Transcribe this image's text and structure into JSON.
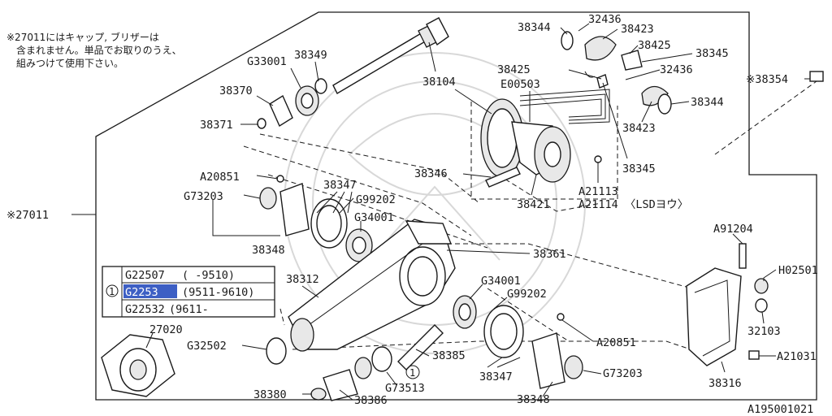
{
  "diagram_id": "A195001021",
  "note_lines": [
    "※27011にはキャップ, ブリザーは",
    "含まれません。単品でお取りのうえ、",
    "組みつけて使用下さい。"
  ],
  "callouts": {
    "p27011": "※27011",
    "p38354": "※38354",
    "p38344a": "38344",
    "p32436a": "32436",
    "p38423a": "38423",
    "p38425a": "38425",
    "p38345a": "38345",
    "p38425b": "38425",
    "p32436b": "32436",
    "p38344b": "38344",
    "p38423b": "38423",
    "p38345b": "38345",
    "p38104": "38104",
    "pE00503": "E00503",
    "p38349": "38349",
    "pG33001": "G33001",
    "p38370": "38370",
    "p38371": "38371",
    "pA20851a": "A20851",
    "p38347a": "38347",
    "pG73203a": "G73203",
    "pG99202a": "G99202",
    "pG34001a": "G34001",
    "p38348a": "38348",
    "p38346": "38346",
    "p38421": "38421",
    "pA21113": "A21113",
    "pA21114": "A21114 〈LSDヨウ〉",
    "p38361": "38361",
    "p38312": "38312",
    "pA91204": "A91204",
    "pH02501": "H02501",
    "p32103": "32103",
    "pA21031": "A21031",
    "p38316": "38316",
    "p27020": "27020",
    "pG32502": "G32502",
    "pG34001b": "G34001",
    "pG99202b": "G99202",
    "p38385": "38385",
    "pA20851b": "A20851",
    "pG73513": "G73513",
    "p38347b": "38347",
    "pG73203b": "G73203",
    "p38380": "38380",
    "p38386": "38386",
    "p38348b": "38348",
    "ref_marker": "1"
  },
  "variant_table": {
    "marker": "1",
    "rows": [
      {
        "part": "G22507",
        "range": "(   -9510)"
      },
      {
        "part": "G2253",
        "range": "(9511-9610)"
      },
      {
        "part": "G22532",
        "range": "(9611-"
      }
    ]
  },
  "colors": {
    "line": "#1a1a1a",
    "highlight": "#3d5fc4",
    "highlight_text": "#ffffff"
  }
}
